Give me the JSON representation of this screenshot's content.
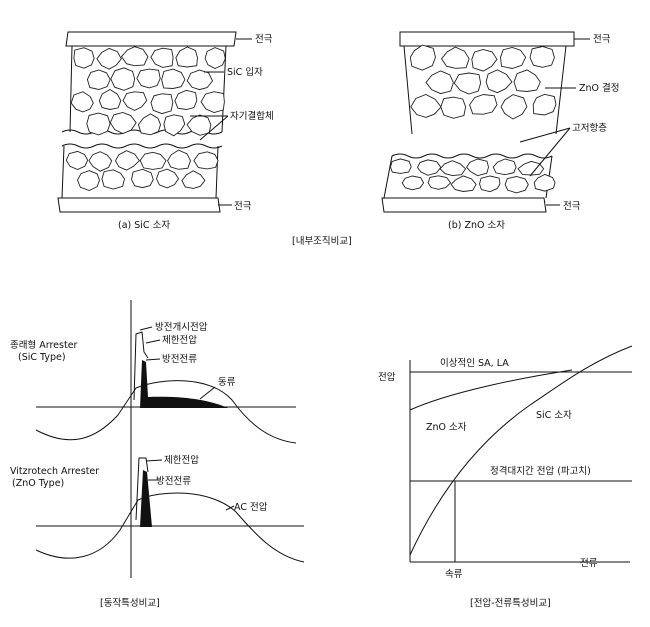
{
  "top": {
    "sic": {
      "electrode_top": "전극",
      "grain": "SiC 입자",
      "boundary": "자기결합체",
      "electrode_bottom": "전극",
      "caption": "(a) SiC 소자"
    },
    "zno": {
      "electrode_top": "전극",
      "grain": "ZnO 결정",
      "boundary": "고저항층",
      "electrode_bottom": "전극",
      "caption": "(b) ZnO 소자"
    },
    "section_caption": "[내부조직비교]"
  },
  "operation": {
    "sic_title_1": "종래형  Arrester",
    "sic_title_2": "(SiC Type)",
    "sic_labels": [
      "방전개시전압",
      "제한전압",
      "방전전류",
      "동류"
    ],
    "zno_title_1": "Vitzrotech Arrester",
    "zno_title_2": "(ZnO Type)",
    "zno_labels": [
      "제한전압",
      "방전전류",
      "AC 전압"
    ],
    "caption": "[동작특성비교]"
  },
  "vi": {
    "y_axis": "전압",
    "x_axis": "전류",
    "ideal": "이상적인 SA, LA",
    "zno": "ZnO 소자",
    "sic": "SiC 소자",
    "rated": "정격대지간 전압 (파고치)",
    "follow": "속류",
    "caption": "[전압-전류특성비교]"
  }
}
